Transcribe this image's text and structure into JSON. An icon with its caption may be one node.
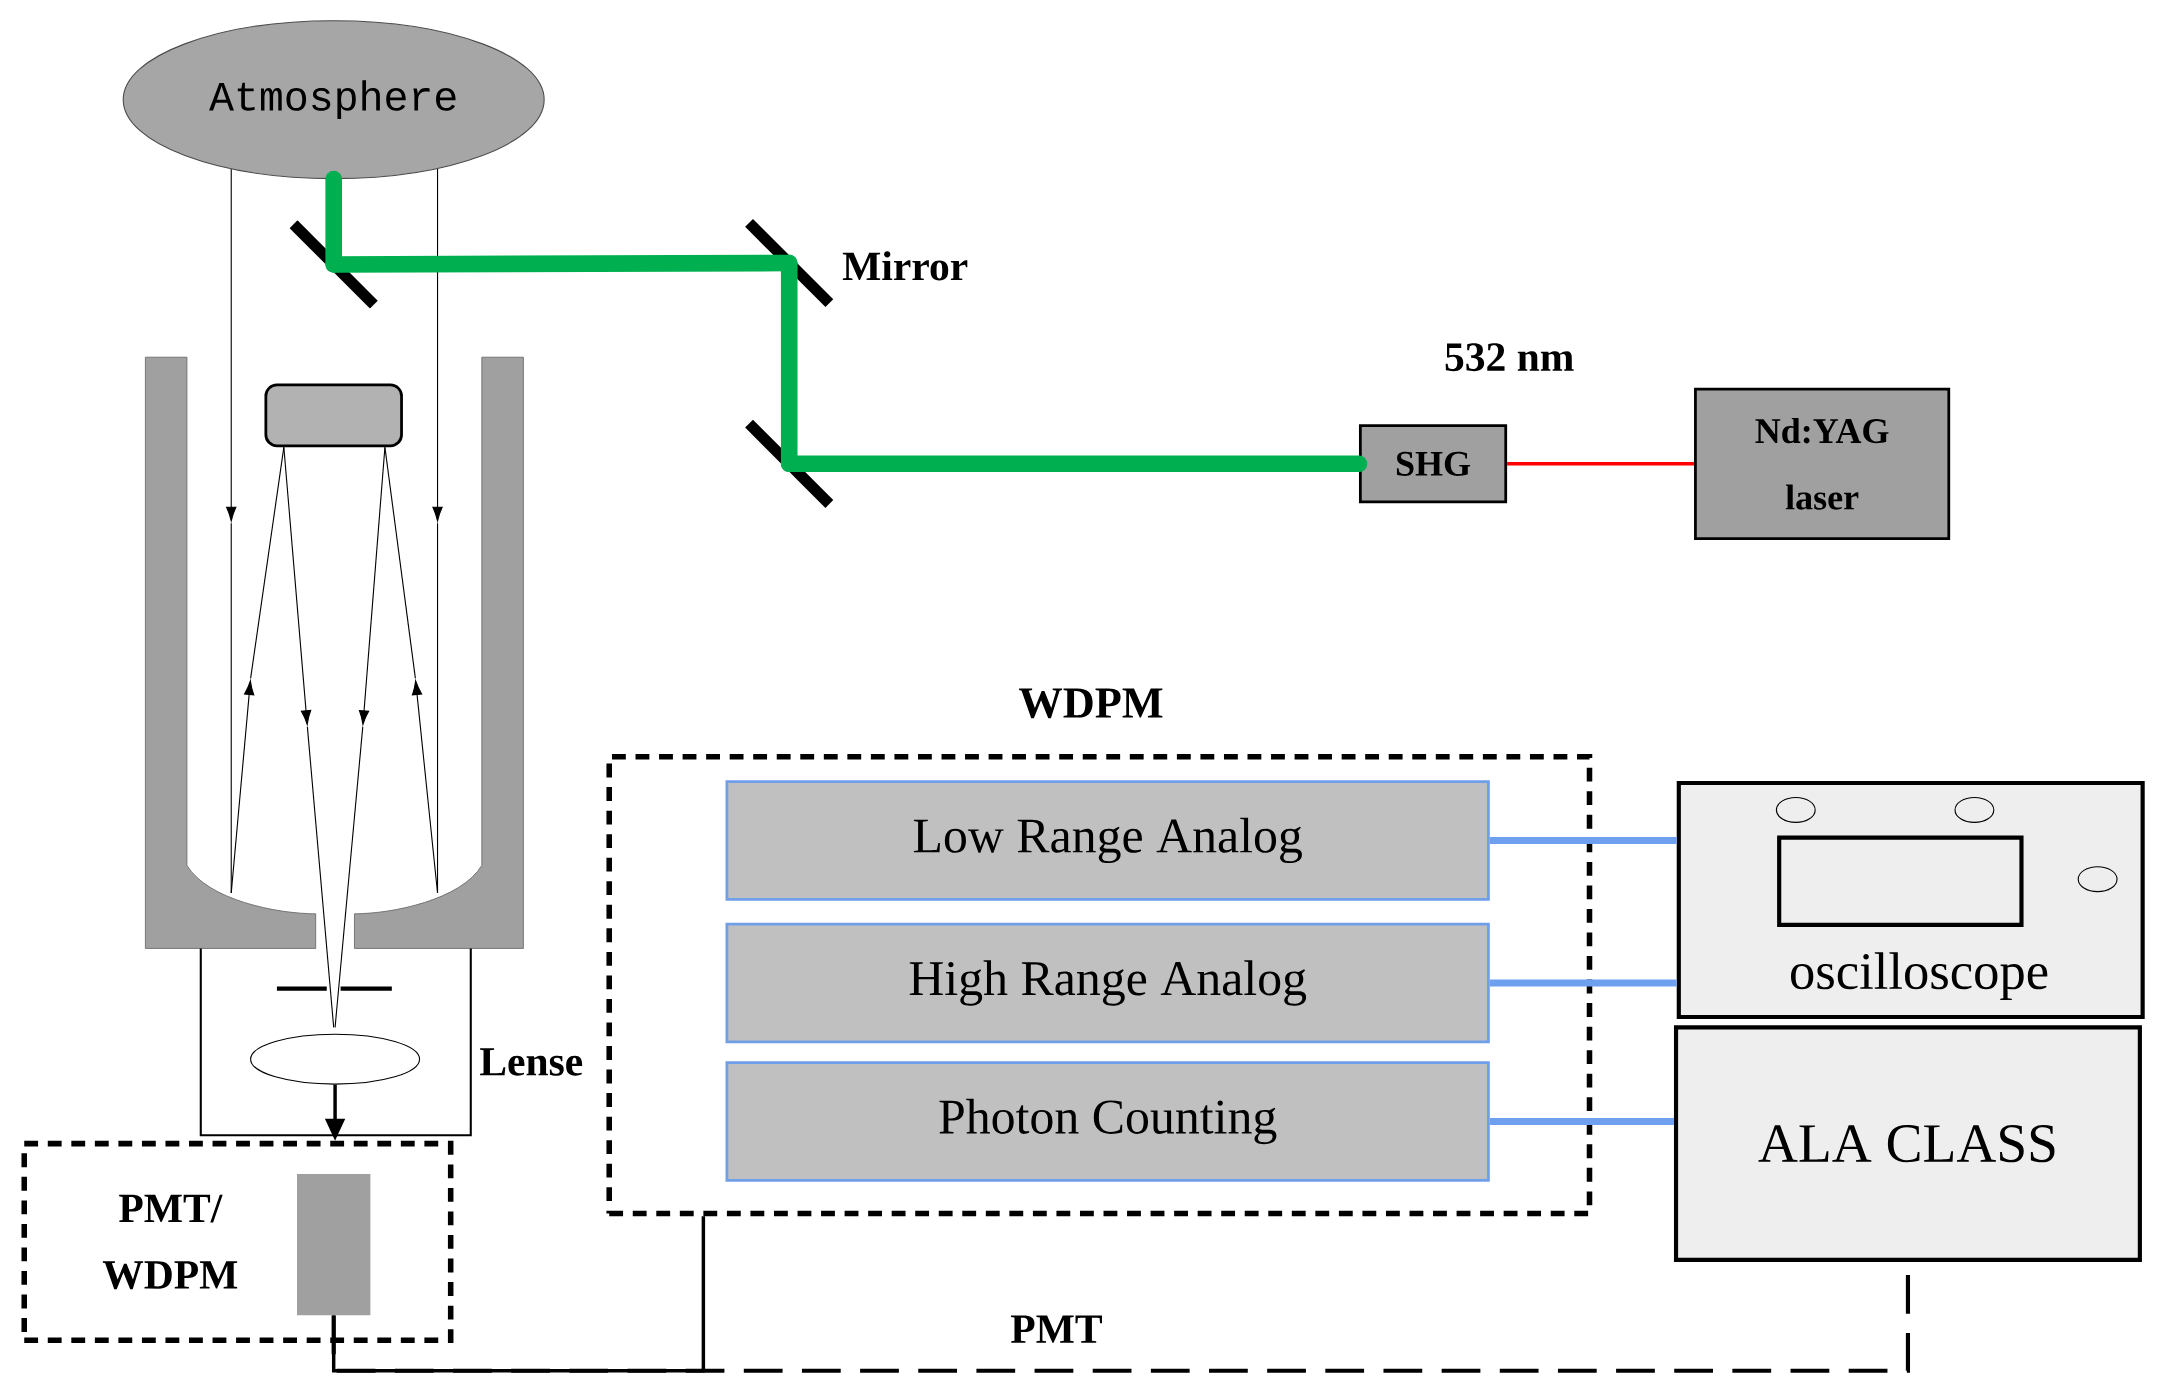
{
  "diagram": {
    "nodes": [
      {
        "text": [
          "Atmosphere"
        ]
      },
      {
        "text": [],
        "shape": "bar"
      },
      {
        "text": [],
        "shape": "bar",
        "beside": [
          "Mirror"
        ]
      },
      {
        "text": [],
        "shape": "bar"
      },
      {
        "text": [
          "SHG"
        ],
        "beside": [
          "532 nm"
        ]
      },
      {
        "text": [
          "Nd:YAG laser"
        ]
      },
      {
        "text": [
          "WDPM"
        ]
      },
      {
        "text": [
          "Low Range Analog"
        ],
        "in": 6
      },
      {
        "text": [
          "High Range Analog"
        ],
        "in": 6
      },
      {
        "text": [
          "Photon Counting"
        ],
        "in": 6
      },
      {
        "text": [
          "oscilloscope"
        ]
      },
      {
        "text": [
          "ALA CLASS"
        ]
      },
      {
        "text": [
          "PMT/ WDPM"
        ]
      },
      {
        "text": [],
        "shape": "box",
        "in": 12
      },
      {
        "text": [],
        "shape": "ellipse",
        "beside": [
          "Lense"
        ]
      }
    ],
    "edges": [
      {
        "from": 0,
        "to": 1,
        "arrow": "none",
        "style": "thick",
        "color": "#00b050"
      },
      {
        "from": 1,
        "to": 2,
        "arrow": "none",
        "style": "thick",
        "color": "#00b050"
      },
      {
        "from": 2,
        "to": 3,
        "arrow": "none",
        "style": "thick",
        "color": "#00b050"
      },
      {
        "from": 3,
        "to": 4,
        "arrow": "none",
        "style": "thick",
        "color": "#00b050"
      },
      {
        "from": 4,
        "to": 5,
        "arrow": "none",
        "color": "#ff0000"
      },
      {
        "from": 7,
        "to": 10,
        "arrow": "none",
        "color": "#6fa0f0"
      },
      {
        "from": 8,
        "to": 10,
        "arrow": "none",
        "color": "#6fa0f0"
      },
      {
        "from": 9,
        "to": 11,
        "arrow": "none",
        "color": "#6fa0f0"
      },
      {
        "from": 14,
        "to": 12,
        "arrow": "to",
        "color": "#000000"
      },
      {
        "from": 13,
        "to": 11,
        "arrow": "none",
        "style": "dashed",
        "color": "#000000",
        "label": "PMT"
      },
      {
        "from": 13,
        "to": 6,
        "arrow": "none",
        "color": "#000000"
      }
    ]
  }
}
